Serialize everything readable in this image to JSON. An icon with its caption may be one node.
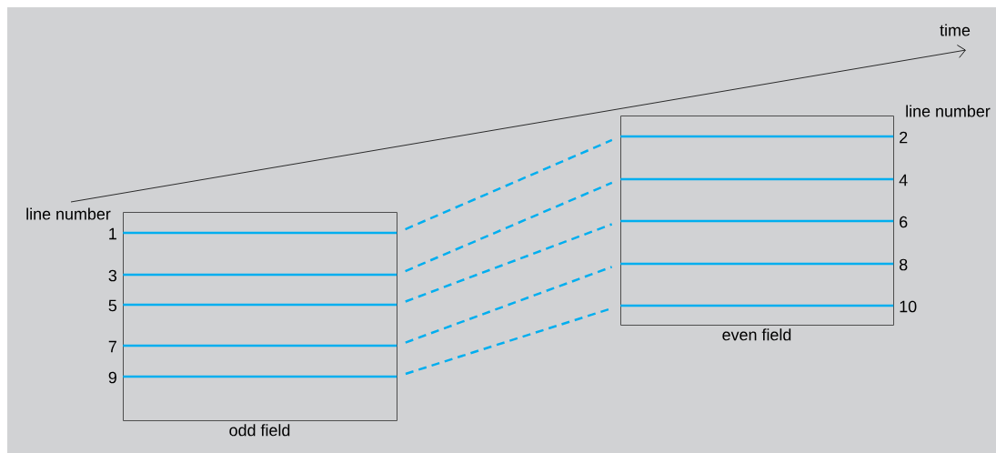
{
  "diagram": {
    "nodes": [
      {
        "text": [
          "odd field"
        ]
      },
      {
        "text": [],
        "shape": "line",
        "in": 0,
        "beside": [
          "1"
        ]
      },
      {
        "text": [],
        "shape": "line",
        "in": 0,
        "beside": [
          "3"
        ]
      },
      {
        "text": [],
        "shape": "line",
        "in": 0,
        "beside": [
          "5"
        ]
      },
      {
        "text": [],
        "shape": "line",
        "in": 0,
        "beside": [
          "7"
        ]
      },
      {
        "text": [],
        "shape": "line",
        "in": 0,
        "beside": [
          "9"
        ]
      },
      {
        "text": [
          "even field"
        ]
      },
      {
        "text": [],
        "shape": "line",
        "in": 6,
        "beside": [
          "2"
        ]
      },
      {
        "text": [],
        "shape": "line",
        "in": 6,
        "beside": [
          "4"
        ]
      },
      {
        "text": [],
        "shape": "line",
        "in": 6,
        "beside": [
          "6"
        ]
      },
      {
        "text": [],
        "shape": "line",
        "in": 6,
        "beside": [
          "8"
        ]
      },
      {
        "text": [],
        "shape": "line",
        "in": 6,
        "beside": [
          "10"
        ]
      }
    ],
    "edges": [
      {
        "from": 1,
        "to": 7,
        "arrow": "none",
        "style": "dashed"
      },
      {
        "from": 2,
        "to": 8,
        "arrow": "none",
        "style": "dashed"
      },
      {
        "from": 3,
        "to": 9,
        "arrow": "none",
        "style": "dashed"
      },
      {
        "from": 4,
        "to": 10,
        "arrow": "none",
        "style": "dashed"
      },
      {
        "from": 5,
        "to": 11,
        "arrow": "none",
        "style": "dashed"
      }
    ],
    "labels": [
      "time",
      "line number",
      "line number"
    ]
  }
}
